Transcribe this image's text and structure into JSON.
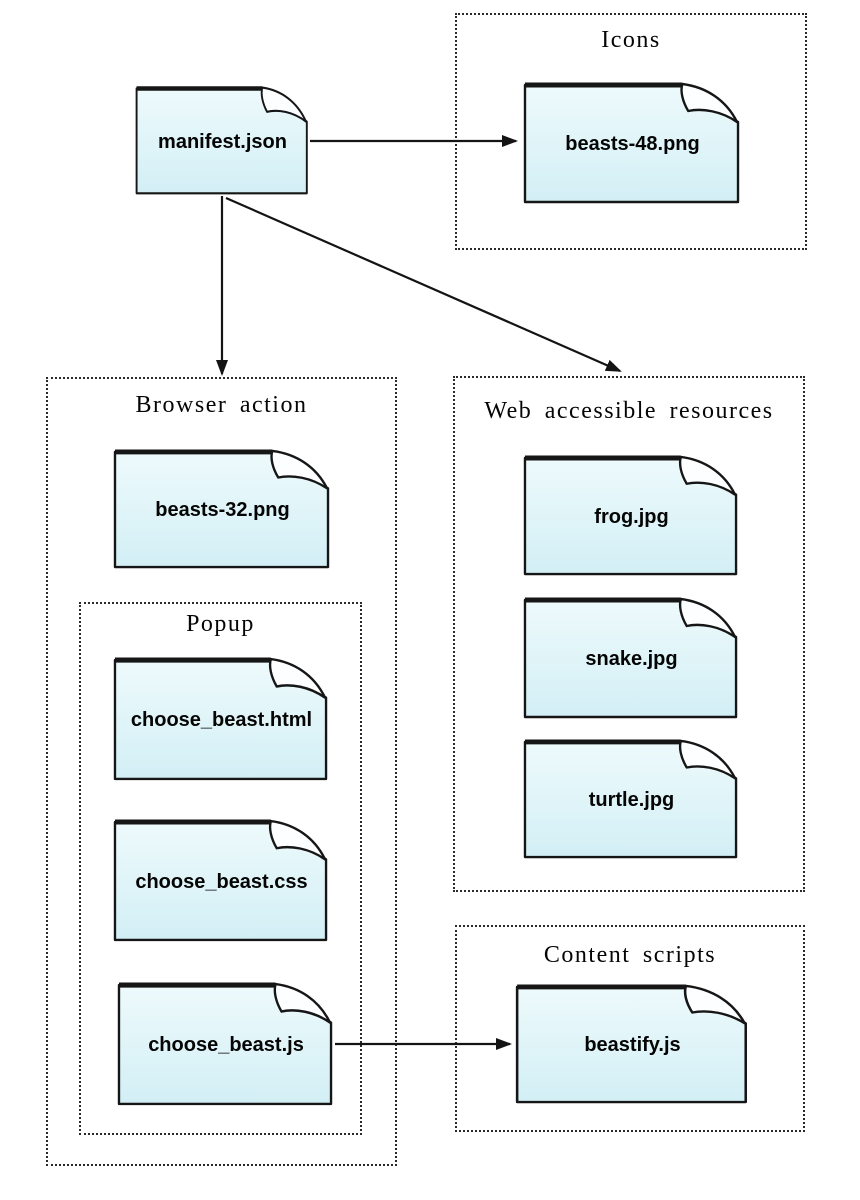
{
  "root_file": {
    "label": "manifest.json"
  },
  "groups": {
    "icons": {
      "title": "Icons",
      "files": [
        {
          "label": "beasts-48.png"
        }
      ]
    },
    "browser_action": {
      "title": "Browser action",
      "files": [
        {
          "label": "beasts-32.png"
        }
      ],
      "popup": {
        "title": "Popup",
        "files": [
          {
            "label": "choose_beast.html"
          },
          {
            "label": "choose_beast.css"
          },
          {
            "label": "choose_beast.js"
          }
        ]
      }
    },
    "web_accessible_resources": {
      "title": "Web accessible resources",
      "files": [
        {
          "label": "frog.jpg"
        },
        {
          "label": "snake.jpg"
        },
        {
          "label": "turtle.jpg"
        }
      ]
    },
    "content_scripts": {
      "title": "Content scripts",
      "files": [
        {
          "label": "beastify.js"
        }
      ]
    }
  },
  "edges": [
    {
      "from": "manifest.json",
      "to": "beasts-48.png"
    },
    {
      "from": "manifest.json",
      "to": "Browser action"
    },
    {
      "from": "manifest.json",
      "to": "Web accessible resources"
    },
    {
      "from": "choose_beast.js",
      "to": "beastify.js"
    }
  ],
  "colors": {
    "background": "#ffffff",
    "file_fill_top": "#eefafc",
    "file_fill_bottom": "#d2eff5",
    "file_border": "#161616",
    "box_border": "#2a2a2a",
    "arrow": "#141414",
    "text": "#050505"
  }
}
